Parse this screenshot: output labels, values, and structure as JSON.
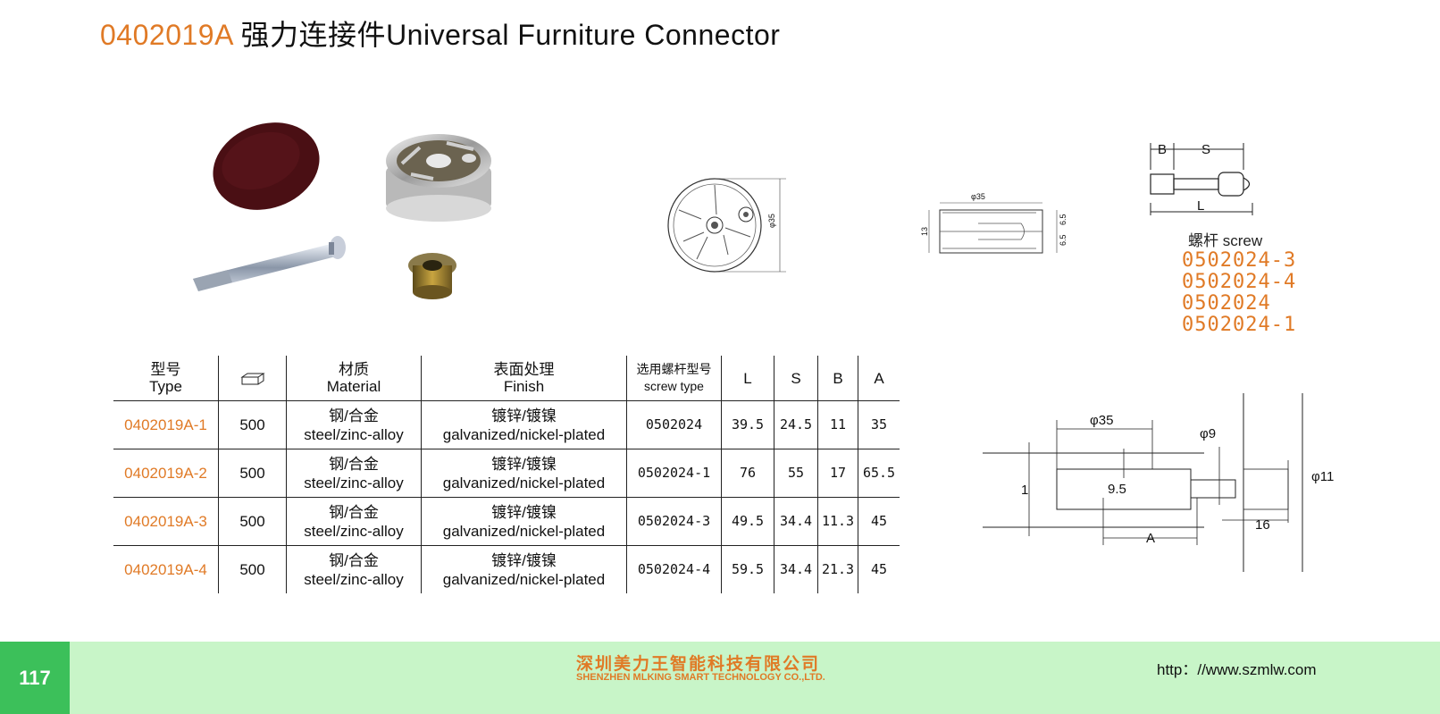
{
  "header": {
    "code": "0402019A",
    "title_cn": "强力连接件",
    "title_en": "Universal Furniture Connector"
  },
  "screw_panel": {
    "label": "螺杆 screw",
    "codes": [
      "0502024-3",
      "0502024-4",
      "0502024",
      "0502024-1"
    ]
  },
  "drawings": {
    "top_view_dim": "φ35",
    "side_view": {
      "width": "φ35",
      "height": "13",
      "half_upper": "6.5",
      "half_lower": "6.5"
    },
    "screw_dims": {
      "B": "B",
      "S": "S",
      "L": "L"
    },
    "install": {
      "d35": "φ35",
      "d9": "φ9",
      "d11": "φ11",
      "one": "1",
      "nine_five": "9.5",
      "A": "A",
      "sixteen": "16"
    }
  },
  "table": {
    "headers": {
      "type_cn": "型号",
      "type_en": "Type",
      "material_cn": "材质",
      "material_en": "Material",
      "finish_cn": "表面处理",
      "finish_en": "Finish",
      "screw_cn": "选用螺杆型号",
      "screw_en": "screw type",
      "L": "L",
      "S": "S",
      "B": "B",
      "A": "A"
    },
    "rows": [
      {
        "type": "0402019A-1",
        "qty": "500",
        "mat_cn": "钢/合金",
        "mat_en": "steel/zinc-alloy",
        "fin_cn": "镀锌/镀镍",
        "fin_en": "galvanized/nickel-plated",
        "screw": "0502024",
        "L": "39.5",
        "S": "24.5",
        "B": "11",
        "A": "35"
      },
      {
        "type": "0402019A-2",
        "qty": "500",
        "mat_cn": "钢/合金",
        "mat_en": "steel/zinc-alloy",
        "fin_cn": "镀锌/镀镍",
        "fin_en": "galvanized/nickel-plated",
        "screw": "0502024-1",
        "L": "76",
        "S": "55",
        "B": "17",
        "A": "65.5"
      },
      {
        "type": "0402019A-3",
        "qty": "500",
        "mat_cn": "钢/合金",
        "mat_en": "steel/zinc-alloy",
        "fin_cn": "镀锌/镀镍",
        "fin_en": "galvanized/nickel-plated",
        "screw": "0502024-3",
        "L": "49.5",
        "S": "34.4",
        "B": "11.3",
        "A": "45"
      },
      {
        "type": "0402019A-4",
        "qty": "500",
        "mat_cn": "钢/合金",
        "mat_en": "steel/zinc-alloy",
        "fin_cn": "镀锌/镀镍",
        "fin_en": "galvanized/nickel-plated",
        "screw": "0502024-4",
        "L": "59.5",
        "S": "34.4",
        "B": "21.3",
        "A": "45"
      }
    ]
  },
  "footer": {
    "page_number": "117",
    "company_cn": "深圳美力王智能科技有限公司",
    "company_en": "SHENZHEN MLKING SMART TECHNOLOGY CO.,LTD.",
    "website": "http：//www.szmlw.com"
  }
}
